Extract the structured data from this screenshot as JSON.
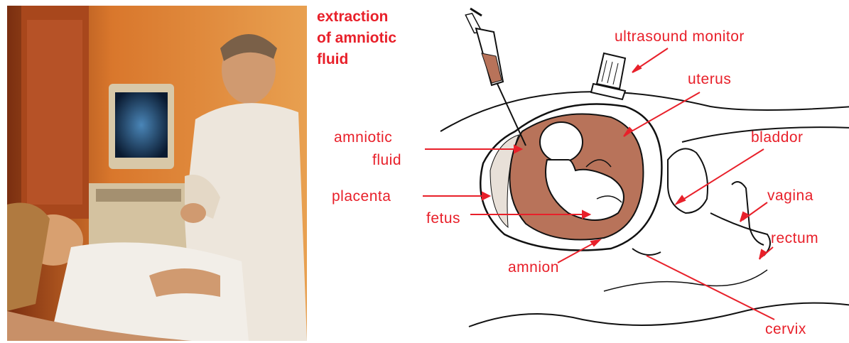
{
  "photo": {
    "description_icon": "ultrasound-examination-photo"
  },
  "diagram": {
    "title_lines": [
      "extraction",
      "of amniotic",
      "fluid"
    ],
    "labels": {
      "ultrasound_monitor": "ultrasound monitor",
      "uterus": "uterus",
      "amniotic": "amniotic",
      "fluid": "fluid",
      "bladdor": "bladdor",
      "placenta": "placenta",
      "vagina": "vagina",
      "fetus": "fetus",
      "rectum": "rectum",
      "amnion": "amnion",
      "cervix": "cervix"
    },
    "colors": {
      "label": "#e8202a",
      "fluid": "#b8735a",
      "outline": "#111111"
    }
  }
}
